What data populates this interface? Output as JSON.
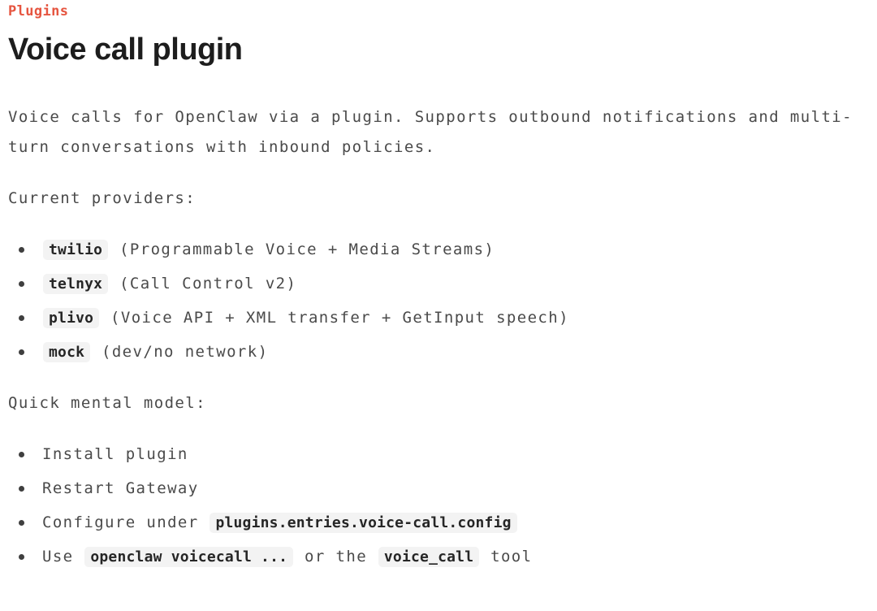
{
  "page": {
    "eyebrow": "Plugins",
    "title": "Voice call plugin",
    "intro": "Voice calls for OpenClaw via a plugin. Supports outbound notifications and multi-turn conversations with inbound policies.",
    "providers_label": "Current providers:",
    "mental_model_label": "Quick mental model:"
  },
  "providers": [
    [
      {
        "type": "code",
        "text": "twilio"
      },
      {
        "type": "text",
        "text": " (Programmable Voice + Media Streams)"
      }
    ],
    [
      {
        "type": "code",
        "text": "telnyx"
      },
      {
        "type": "text",
        "text": " (Call Control v2)"
      }
    ],
    [
      {
        "type": "code",
        "text": "plivo"
      },
      {
        "type": "text",
        "text": " (Voice API + XML transfer + GetInput speech)"
      }
    ],
    [
      {
        "type": "code",
        "text": "mock"
      },
      {
        "type": "text",
        "text": " (dev/no network)"
      }
    ]
  ],
  "steps": [
    [
      {
        "type": "text",
        "text": "Install plugin"
      }
    ],
    [
      {
        "type": "text",
        "text": "Restart Gateway"
      }
    ],
    [
      {
        "type": "text",
        "text": "Configure under "
      },
      {
        "type": "code",
        "text": "plugins.entries.voice-call.config"
      }
    ],
    [
      {
        "type": "text",
        "text": "Use "
      },
      {
        "type": "code",
        "text": "openclaw voicecall ..."
      },
      {
        "type": "text",
        "text": " or the "
      },
      {
        "type": "code",
        "text": "voice_call"
      },
      {
        "type": "text",
        "text": " tool"
      }
    ]
  ],
  "colors": {
    "accent": "#e65540",
    "heading_text": "#1d1d1d",
    "body_text": "#4a4a4a",
    "code_text": "#262626",
    "code_background": "#f3f3f3",
    "page_background": "#ffffff"
  }
}
